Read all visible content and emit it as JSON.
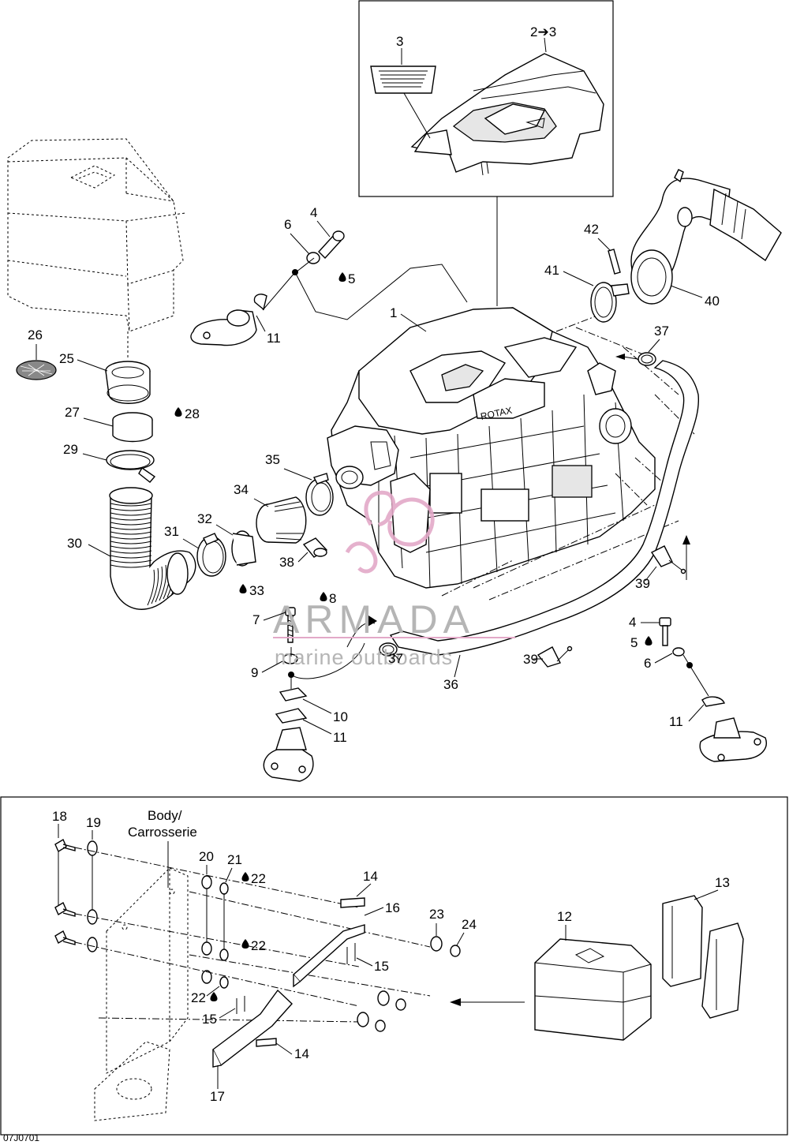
{
  "diagram_code": "07J0701",
  "watermark": {
    "title": "ARMADA",
    "subtitle": "marine outboards",
    "color": "#e3a9c8"
  },
  "labels": {
    "l1": "1",
    "l2to3": "2➔3",
    "l3": "3",
    "l4a": "4",
    "l4b": "4",
    "l5a": "5",
    "l5b": "5",
    "l6a": "6",
    "l6b": "6",
    "l7": "7",
    "l8": "8",
    "l9": "9",
    "l10": "10",
    "l11a": "11",
    "l11b": "11",
    "l11c": "11",
    "l12": "12",
    "l13": "13",
    "l14a": "14",
    "l14b": "14",
    "l15a": "15",
    "l15b": "15",
    "l16": "16",
    "l17": "17",
    "l18": "18",
    "l19": "19",
    "l20": "20",
    "l21": "21",
    "l22a": "22",
    "l22b": "22",
    "l22c": "22",
    "l23": "23",
    "l24": "24",
    "l25": "25",
    "l26": "26",
    "l27": "27",
    "l28": "28",
    "l29": "29",
    "l30": "30",
    "l31": "31",
    "l32": "32",
    "l33": "33",
    "l34": "34",
    "l35": "35",
    "l36": "36",
    "l37a": "37",
    "l37b": "37",
    "l38": "38",
    "l39a": "39",
    "l39b": "39",
    "l40": "40",
    "l41": "41",
    "l42": "42"
  },
  "body_label": {
    "line1": "Body/",
    "line2": "Carrosserie"
  },
  "cover_badge": "ROTAX"
}
